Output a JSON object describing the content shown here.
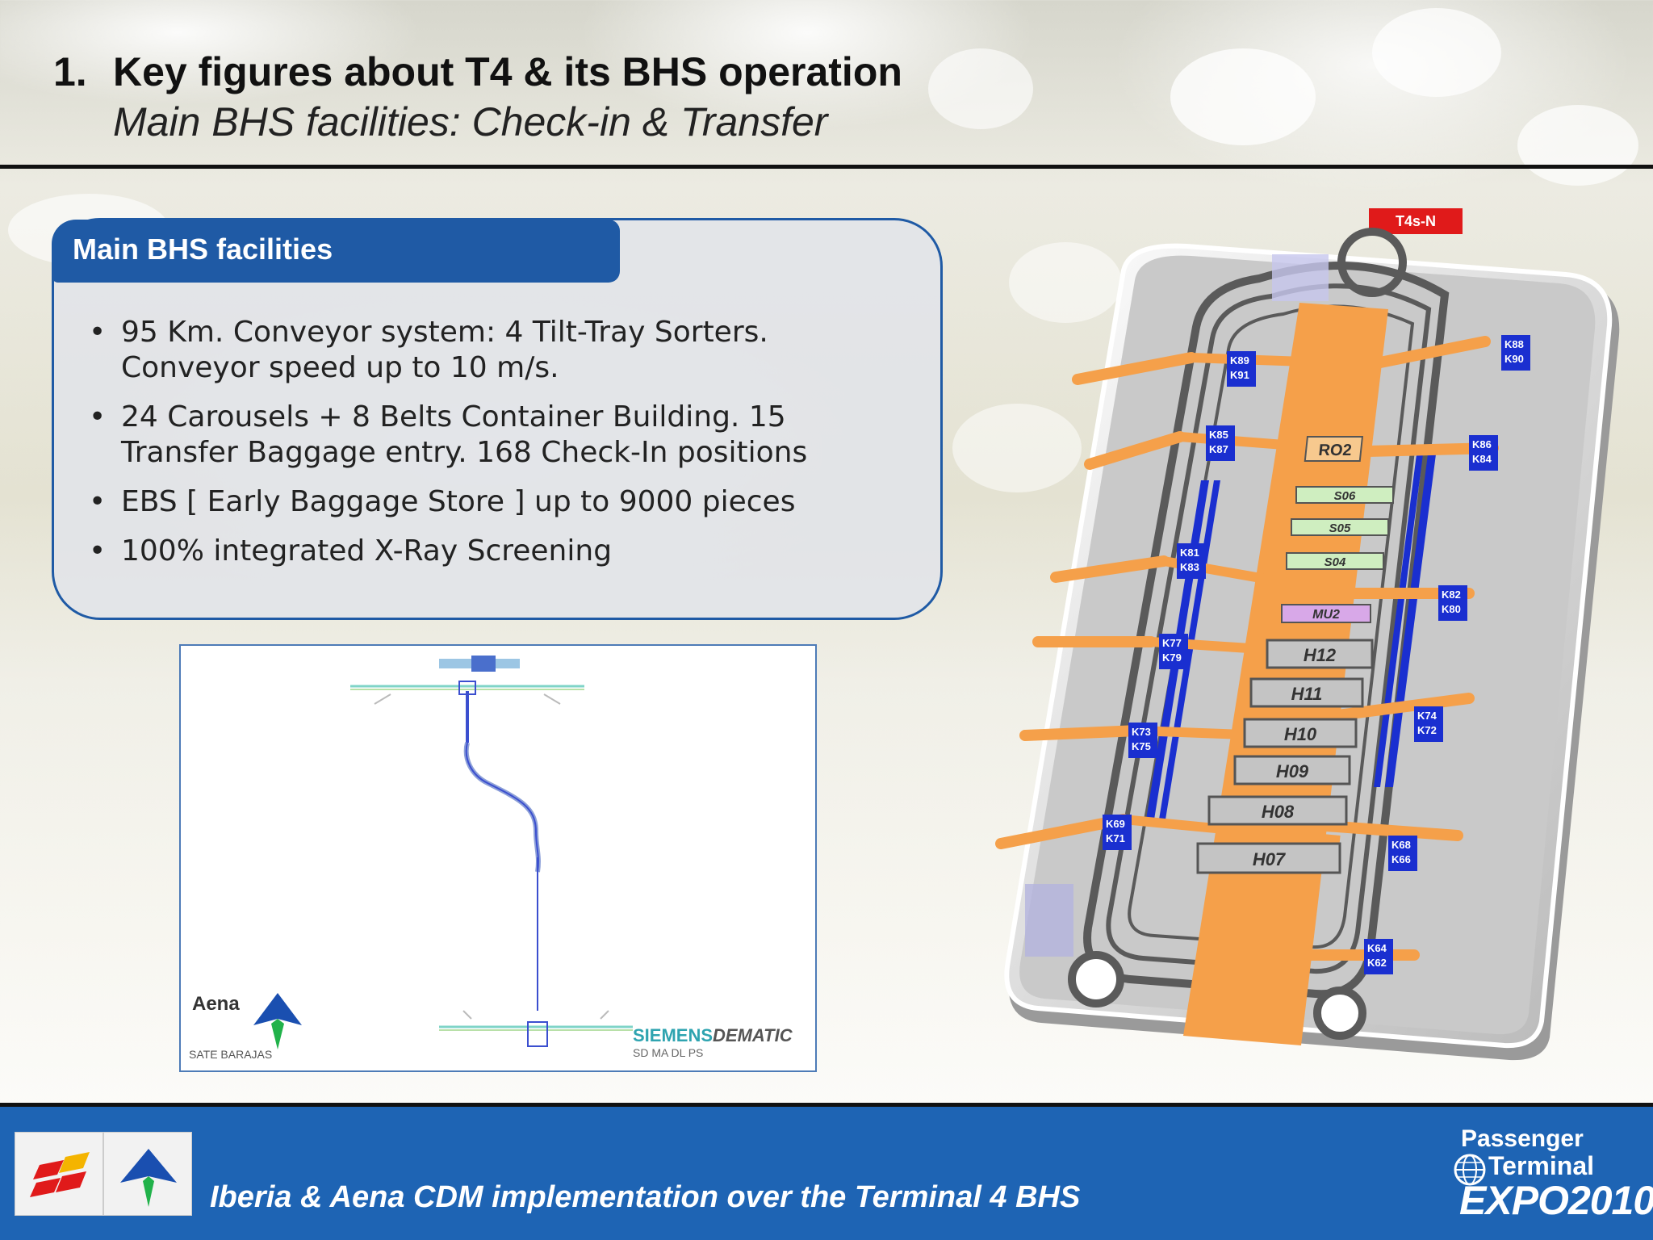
{
  "title": {
    "number": "1.",
    "main": "Key figures about T4 & its BHS operation",
    "subtitle": "Main BHS facilities: Check-in & Transfer"
  },
  "facilities": {
    "heading": "Main BHS facilities",
    "bullets": [
      "95 Km. Conveyor system: 4 Tilt-Tray Sorters. Conveyor speed up to 10 m/s.",
      "24  Carousels + 8 Belts Container Building. 15 Transfer Baggage entry. 168 Check-In positions",
      "EBS [ Early Baggage Store ] up to 9000 pieces",
      "100% integrated X-Ray Screening"
    ]
  },
  "layout_map": {
    "aena": "Aena",
    "sate": "SATE BARAJAS",
    "siemens": "SIEMENS",
    "dematic": "DEMATIC",
    "code": "SD MA DL PS"
  },
  "terminal": {
    "tag": "T4s-N",
    "units": {
      "ro2": "RO2",
      "s06": "S06",
      "s05": "S05",
      "s04": "S04",
      "mu2": "MU2",
      "h12": "H12",
      "h11": "H11",
      "h10": "H10",
      "h09": "H09",
      "h08": "H08",
      "h07": "H07"
    },
    "gates": {
      "k89": "K89",
      "k91": "K91",
      "k85": "K85",
      "k87": "K87",
      "k81": "K81",
      "k83": "K83",
      "k77": "K77",
      "k79": "K79",
      "k73": "K73",
      "k75": "K75",
      "k69": "K69",
      "k71": "K71",
      "k88": "K88",
      "k90": "K90",
      "k86": "K86",
      "k84": "K84",
      "k82": "K82",
      "k80": "K80",
      "k74": "K74",
      "k72": "K72",
      "k68": "K68",
      "k66": "K66",
      "k64": "K64",
      "k62": "K62"
    }
  },
  "footer": {
    "text": "Iberia & Aena CDM implementation over the Terminal 4 BHS",
    "pte_line1": "Passenger",
    "pte_line2": "Terminal",
    "pte_line3": "EXPO2010"
  },
  "colors": {
    "brand_blue": "#1f5aa5",
    "footer_blue": "#1e64b4",
    "orange": "#f5a04a",
    "gate_blue": "#1a2fd0",
    "tag_red": "#e01a1a"
  }
}
